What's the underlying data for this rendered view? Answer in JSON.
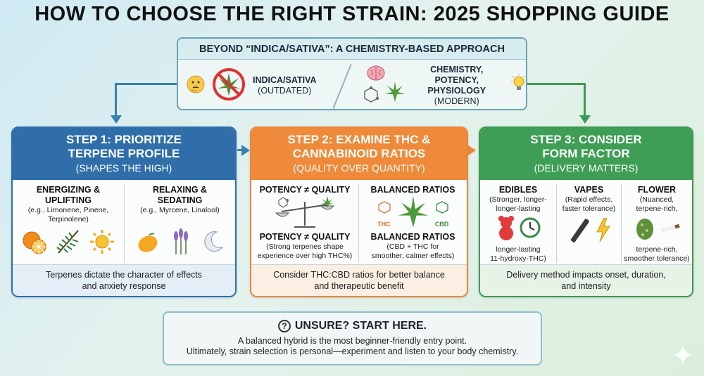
{
  "title": "HOW TO CHOOSE THE RIGHT STRAIN: 2025 SHOPPING GUIDE",
  "top_box": {
    "header": "BEYOND “INDICA/SATIVA”: A CHEMISTRY-BASED APPROACH",
    "left": {
      "label": "INDICA/SATIVA",
      "sub": "(OUTDATED)",
      "icons": [
        "thinking-face-icon",
        "crossed-out-leaf-icon"
      ]
    },
    "right": {
      "label_line1": "CHEMISTRY, POTENCY,",
      "label_line2": "PHYSIOLOGY",
      "sub": "(MODERN)",
      "icons": [
        "brain-icon",
        "molecule-icon",
        "leaf-icon",
        "lightbulb-icon"
      ]
    }
  },
  "steps": [
    {
      "title_line1": "STEP 1: PRIORITIZE",
      "title_line2": "TERPENE PROFILE",
      "subtitle": "(SHAPES THE HIGH)",
      "color": "#2f6ea9",
      "columns": [
        {
          "heading_line1": "ENERGIZING &",
          "heading_line2": "UPLIFTING",
          "detail_line1": "(e.g., Limonene, Pinene,",
          "detail_line2": "Terpinolene)",
          "icons": [
            "orange-icon",
            "pine-branch-icon",
            "sun-icon"
          ]
        },
        {
          "heading_line1": "RELAXING &",
          "heading_line2": "SEDATING",
          "detail_line1": "(e.g., Myrcene, Linalool)",
          "icons": [
            "mango-icon",
            "lavender-icon",
            "moon-icon"
          ]
        }
      ],
      "footer_line1": "Terpenes dictate the character of effects",
      "footer_line2": "and anxiety response"
    },
    {
      "title_line1": "STEP 2: EXAMINE THC &",
      "title_line2": "CANNABINOID RATIOS",
      "subtitle": "(QUALITY OVER QUANTITY)",
      "color": "#ee8a39",
      "columns": [
        {
          "heading_top": "POTENCY ≠ QUALITY",
          "heading_bottom": "POTENCY ≠ QUALITY",
          "detail_line1": "(Strong terpenes shape",
          "detail_line2": "experience over high THC%)",
          "icons": [
            "balance-scale-icon"
          ]
        },
        {
          "heading_top": "BALANCED RATIOS",
          "heading_bottom": "BALANCED RATIOS",
          "detail_line1": "(CBD + THC for",
          "detail_line2": "smoother, calmer effects)",
          "thc_label": "THC",
          "cbd_label": "CBD",
          "icons": [
            "thc-molecule-icon",
            "leaf-icon",
            "cbd-molecule-icon"
          ]
        }
      ],
      "footer_line1": "Consider THC:CBD ratios for better balance",
      "footer_line2": "and therapeutic benefit"
    },
    {
      "title_line1": "STEP 3: CONSIDER",
      "title_line2": "FORM FACTOR",
      "subtitle": "(DELIVERY MATTERS)",
      "color": "#3f9e55",
      "columns": [
        {
          "heading": "EDIBLES",
          "detail_line1": "(Stronger, longer-",
          "detail_line2": "longer-lasting",
          "bottom_line1": "longer-lasting",
          "bottom_line2": "11-hydroxy-THC)",
          "icons": [
            "gummy-bear-icon",
            "clock-icon"
          ]
        },
        {
          "heading": "VAPES",
          "detail_line1": "(Rapid effects,",
          "detail_line2": "faster tolerance)",
          "icons": [
            "vape-pen-icon",
            "lightning-icon"
          ]
        },
        {
          "heading": "FLOWER",
          "detail_line1": "(Nuanced,",
          "detail_line2": "terpene-rich,",
          "bottom_line1": "terpene-rich,",
          "bottom_line2": "smoother tolerance)",
          "icons": [
            "cannabis-bud-icon",
            "joint-icon"
          ]
        }
      ],
      "footer_line1": "Delivery method impacts onset, duration,",
      "footer_line2": "and intensity"
    }
  ],
  "bottom_box": {
    "heading": "UNSURE? START HERE.",
    "line1": "A balanced hybrid is the most beginner-friendly entry point.",
    "line2": "Ultimately, strain selection is personal—experiment and listen to your body chemistry."
  }
}
